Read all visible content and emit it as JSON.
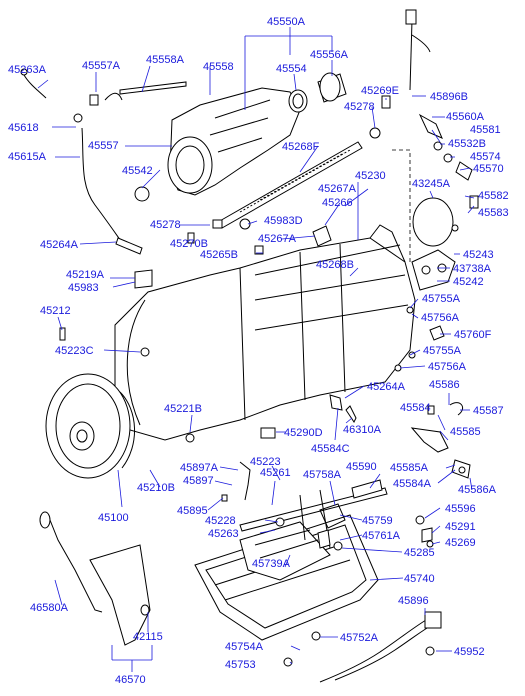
{
  "labels": {
    "l45550A": "45550A",
    "l45558A": "45558A",
    "l45557A": "45557A",
    "l45263A": "45263A",
    "l45558": "45558",
    "l45554": "45554",
    "l45556A": "45556A",
    "l45896B": "45896B",
    "l45269E": "45269E",
    "l45278a": "45278",
    "l45560A": "45560A",
    "l45581": "45581",
    "l45532B": "45532B",
    "l45574": "45574",
    "l45570": "45570",
    "l45618": "45618",
    "l45557": "45557",
    "l45268F": "45268F",
    "l45615A": "45615A",
    "l45542": "45542",
    "l45230": "45230",
    "l43245A": "43245A",
    "l45267Aa": "45267A",
    "l45582": "45582",
    "l45266": "45266",
    "l45583": "45583",
    "l45278b": "45278",
    "l45983D": "45983D",
    "l45264Aa": "45264A",
    "l45267Ab": "45267A",
    "l45243": "45243",
    "l45270B": "45270B",
    "l45265B": "45265B",
    "l45268B": "45268B",
    "l43738A": "43738A",
    "l45242": "45242",
    "l45219A": "45219A",
    "l45983": "45983",
    "l45755Aa": "45755A",
    "l45212": "45212",
    "l45756Aa": "45756A",
    "l45760F": "45760F",
    "l45223C": "45223C",
    "l45755Ab": "45755A",
    "l45756Ab": "45756A",
    "l45264Ab": "45264A",
    "l45586": "45586",
    "l45221B": "45221B",
    "l45584": "45584",
    "l45587": "45587",
    "l46310A": "46310A",
    "l45585": "45585",
    "l45290D": "45290D",
    "l45584C": "45584C",
    "l45223": "45223",
    "l45590": "45590",
    "l45897A": "45897A",
    "l45585A": "45585A",
    "l45897": "45897",
    "l45261": "45261",
    "l45758A": "45758A",
    "l45584A": "45584A",
    "l45586A": "45586A",
    "l45210B": "45210B",
    "l45895": "45895",
    "l45596": "45596",
    "l45228": "45228",
    "l45759": "45759",
    "l45291": "45291",
    "l45100": "45100",
    "l45263": "45263",
    "l45761A": "45761A",
    "l45269": "45269",
    "l45285": "45285",
    "l45739A": "45739A",
    "l45740": "45740",
    "l46580A": "46580A",
    "l45896": "45896",
    "l42115": "42115",
    "l45752A": "45752A",
    "l45754A": "45754A",
    "l45952": "45952",
    "l45753": "45753",
    "l46570": "46570"
  }
}
